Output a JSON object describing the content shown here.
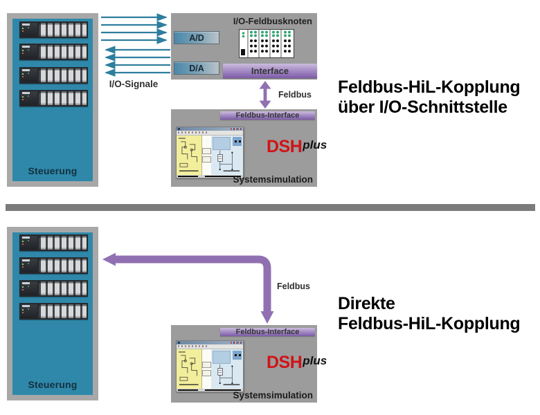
{
  "colors": {
    "teal": "#2e7e9e",
    "panel_blue": "#2f88aa",
    "purple": "#9170b2",
    "purple_bar_top": "#cbbcdd",
    "purple_bar_bottom": "#7d5ca8",
    "box_gray": "#9c9c9c",
    "frame_gray": "#a8a8a8",
    "divider": "#7b7b7b",
    "brand_red": "#d01317"
  },
  "top": {
    "steuerung_label": "Steuerung",
    "io_signale_label": "I/O-Signale",
    "node_title": "I/O-Feldbusknoten",
    "ad_label": "A/D",
    "da_label": "D/A",
    "interface_label": "Interface",
    "feldbus_label": "Feldbus",
    "fi_bar_label": "Feldbus-Interface",
    "brand": "DSH",
    "brand_suffix": "plus",
    "sim_caption": "Systemsimulation",
    "headline1": "Feldbus-HiL-Kopplung",
    "headline2": "über I/O-Schnittstelle"
  },
  "bottom": {
    "steuerung_label": "Steuerung",
    "feldbus_label": "Feldbus",
    "fi_bar_label": "Feldbus-Interface",
    "brand": "DSH",
    "brand_suffix": "plus",
    "sim_caption": "Systemsimulation",
    "headline1": "Direkte",
    "headline2": "Feldbus-HiL-Kopplung"
  }
}
